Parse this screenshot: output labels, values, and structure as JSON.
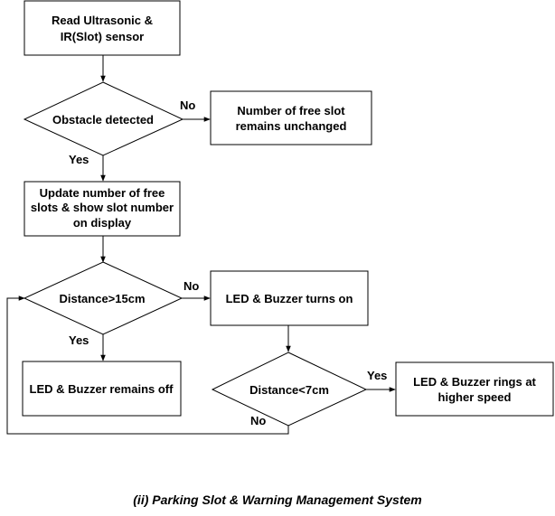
{
  "nodes": {
    "read_sensor": [
      "Read Ultrasonic &",
      "IR(Slot) sensor"
    ],
    "obstacle_detected": [
      "Obstacle detected"
    ],
    "free_slot_unchanged": [
      "Number of free slot",
      "remains unchanged"
    ],
    "update_slots": [
      "Update number of free",
      "slots & show slot number",
      "on display"
    ],
    "distance_gt_15": [
      "Distance>15cm"
    ],
    "led_buzzer_on": [
      "LED & Buzzer turns on"
    ],
    "led_buzzer_off": [
      "LED & Buzzer remains off"
    ],
    "distance_lt_7": [
      "Distance<7cm"
    ],
    "led_buzzer_faster": [
      "LED & Buzzer rings at",
      "higher speed"
    ]
  },
  "edge_labels": {
    "obstacle_no": "No",
    "obstacle_yes": "Yes",
    "dist15_no": "No",
    "dist15_yes": "Yes",
    "dist7_yes": "Yes",
    "dist7_no": "No"
  },
  "caption": "(ii) Parking Slot & Warning Management System"
}
